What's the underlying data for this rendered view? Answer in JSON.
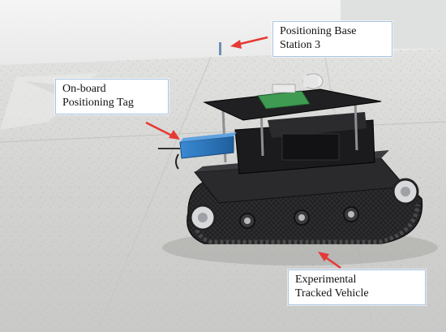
{
  "labels": {
    "base_station": [
      "Positioning Base",
      "Station 3"
    ],
    "tag": [
      "On-board",
      "Positioning Tag"
    ],
    "vehicle": [
      "Experimental",
      "Tracked Vehicle"
    ]
  },
  "colors": {
    "arrow": "#e53935",
    "callout_border": "#a9c4e4",
    "floor": "#d7d7d5",
    "vehicle_body": "#1c1c1e",
    "tag_device": "#2e7cc1"
  },
  "icons": {
    "arrow": "arrow-icon"
  }
}
